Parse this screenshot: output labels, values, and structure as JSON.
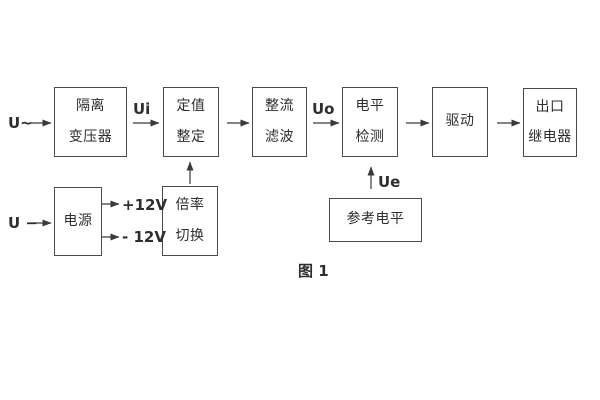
{
  "figure": {
    "caption": "图 1"
  },
  "inputs": {
    "ac_label": "U~",
    "dc_label": "U −"
  },
  "signals": {
    "ui": "Ui",
    "uo": "Uo",
    "ue": "Ue",
    "rail_pos": "+12V",
    "rail_neg": "- 12V"
  },
  "blocks": {
    "isolation_transformer": {
      "line1": "隔离",
      "line2": "变压器"
    },
    "setting_adjust": {
      "line1": "定值",
      "line2": "整定"
    },
    "rectifier_filter": {
      "line1": "整流",
      "line2": "滤波"
    },
    "level_detect": {
      "line1": "电平",
      "line2": "检测"
    },
    "drive": {
      "label": "驱动"
    },
    "output_relay": {
      "line1": "出口",
      "line2": "继电器"
    },
    "power_supply": {
      "label": "电源"
    },
    "ratio_switch": {
      "line1": "倍率",
      "line2": "切换"
    },
    "reference_level": {
      "label": "参考电平"
    }
  },
  "colors": {
    "background": "#ffffff",
    "line": "#3a3a3a",
    "border": "#4a4a4a",
    "text": "#2e2e2e"
  }
}
